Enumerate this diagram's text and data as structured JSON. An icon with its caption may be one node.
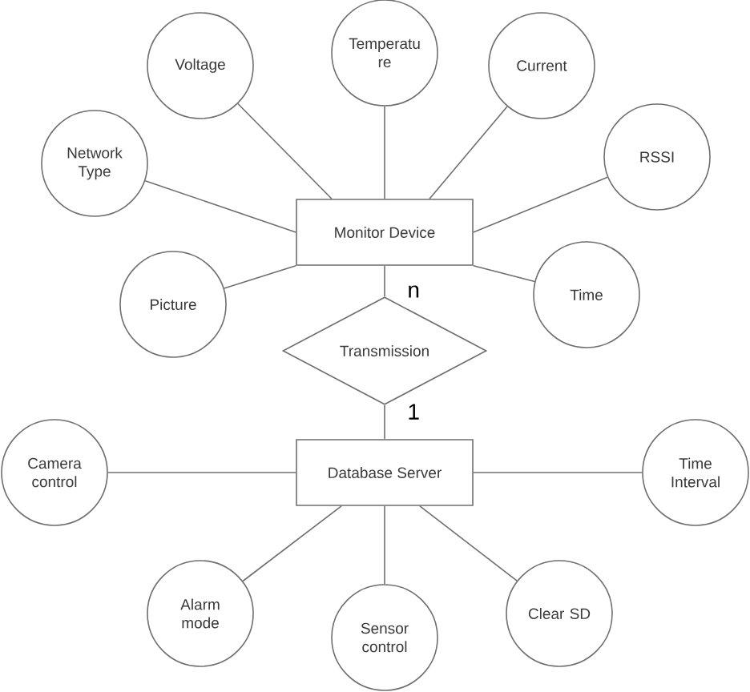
{
  "diagram": {
    "nodes": [
      {
        "text": [
          "Temperatu re"
        ]
      },
      {
        "text": [
          "Voltage"
        ]
      },
      {
        "text": [
          "Current"
        ]
      },
      {
        "text": [
          "RSSI"
        ]
      },
      {
        "text": [
          "Network Type"
        ]
      },
      {
        "text": [
          "Monitor Device"
        ]
      },
      {
        "text": [
          "Time"
        ]
      },
      {
        "text": [
          "Picture"
        ]
      },
      {
        "text": [
          "Transmission"
        ]
      },
      {
        "text": [
          "Camera control"
        ]
      },
      {
        "text": [
          "Database Server"
        ]
      },
      {
        "text": [
          "Time Interval"
        ]
      },
      {
        "text": [
          "Alarm mode"
        ]
      },
      {
        "text": [
          "Clear SD"
        ]
      },
      {
        "text": [
          "Sensor control"
        ]
      }
    ],
    "edges": [
      {
        "from": 5,
        "to": 0,
        "arrow": "none"
      },
      {
        "from": 5,
        "to": 1,
        "arrow": "none"
      },
      {
        "from": 5,
        "to": 2,
        "arrow": "none"
      },
      {
        "from": 5,
        "to": 3,
        "arrow": "none"
      },
      {
        "from": 5,
        "to": 4,
        "arrow": "none"
      },
      {
        "from": 5,
        "to": 6,
        "arrow": "none"
      },
      {
        "from": 5,
        "to": 7,
        "arrow": "none"
      },
      {
        "from": 5,
        "to": 8,
        "arrow": "none",
        "label": "n"
      },
      {
        "from": 8,
        "to": 10,
        "arrow": "none",
        "label": "1"
      },
      {
        "from": 10,
        "to": 9,
        "arrow": "none"
      },
      {
        "from": 10,
        "to": 11,
        "arrow": "none"
      },
      {
        "from": 10,
        "to": 12,
        "arrow": "none"
      },
      {
        "from": 10,
        "to": 13,
        "arrow": "none"
      },
      {
        "from": 10,
        "to": 14,
        "arrow": "none"
      }
    ]
  }
}
